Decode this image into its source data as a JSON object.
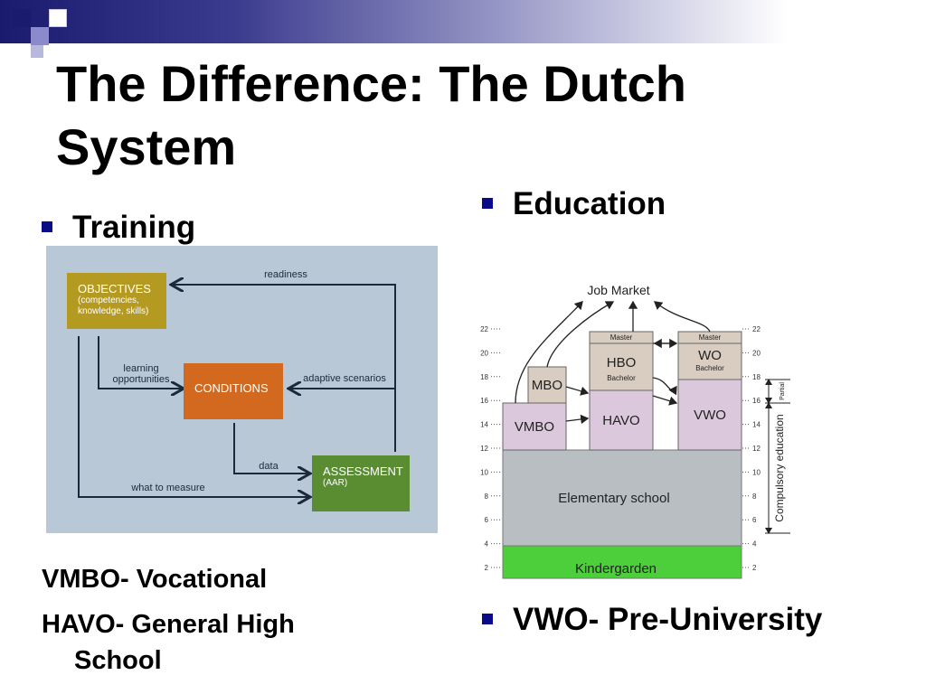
{
  "title": "The Difference: The Dutch System",
  "left_heading": "Training",
  "right_heading": "Education",
  "notes": {
    "vmbo": "VMBO- Vocational",
    "havo_line1": "HAVO- General High",
    "havo_line2": "School"
  },
  "vwo_bullet": "VWO- Pre-University",
  "training_diagram": {
    "objectives_title": "OBJECTIVES",
    "objectives_sub1": "(competencies,",
    "objectives_sub2": "knowledge, skills)",
    "conditions": "CONDITIONS",
    "assessment_title": "ASSESSMENT",
    "assessment_sub": "(AAR)",
    "readiness": "readiness",
    "learning1": "learning",
    "learning2": "opportunities",
    "adaptive": "adaptive scenarios",
    "data_label": "data",
    "what_to_measure": "what to measure"
  },
  "education_diagram": {
    "job_market": "Job Market",
    "master": "Master",
    "hbo": "HBO",
    "bachelor": "Bachelor",
    "wo": "WO",
    "mbo": "MBO",
    "vmbo": "VMBO",
    "havo": "HAVO",
    "vwo": "VWO",
    "elementary": "Elementary school",
    "kindergarden": "Kindergarden",
    "partial": "Partial",
    "compulsory": "Compulsory education",
    "ages": [
      "2",
      "4",
      "6",
      "8",
      "10",
      "12",
      "14",
      "16",
      "18",
      "20",
      "22"
    ]
  },
  "colors": {
    "objectives": "#b59a22",
    "conditions": "#d2691e",
    "assessment": "#5a8c32",
    "panel": "#b9c8d6",
    "school_block": "#dcc8dc",
    "tan_block": "#d8cdc0",
    "elementary": "#b8bec2",
    "kindergarden": "#4ccf3a",
    "bullet": "#0b0b8a"
  }
}
